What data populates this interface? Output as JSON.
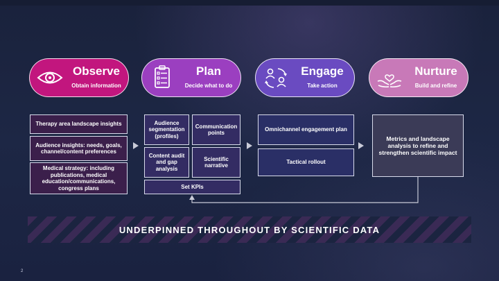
{
  "stages": [
    {
      "title": "Observe",
      "subtitle": "Obtain information",
      "icon": "eye-icon",
      "color": "#c2167e"
    },
    {
      "title": "Plan",
      "subtitle": "Decide what to do",
      "icon": "checklist-icon",
      "color": "#9b3fc0"
    },
    {
      "title": "Engage",
      "subtitle": "Take action",
      "icon": "people-cycle-icon",
      "color": "#6a4bc1"
    },
    {
      "title": "Nurture",
      "subtitle": "Build and refine",
      "icon": "hands-heart-icon",
      "color": "#c879b8"
    }
  ],
  "observe_items": [
    "Therapy area landscape insights",
    "Audience insights: needs, goals, channel/content preferences",
    "Medical strategy: including publications, medical education/communications, congress plans"
  ],
  "plan_items": {
    "audience_segmentation": "Audience segmentation (profiles)",
    "communication_points": "Communication points",
    "content_audit": "Content audit and gap analysis",
    "scientific_narrative": "Scientific narrative",
    "set_kpis": "Set KPIs"
  },
  "engage_items": [
    "Omnichannel engagement plan",
    "Tactical rollout"
  ],
  "nurture_item": "Metrics and landscape analysis to refine and strengthen scientific impact",
  "banner": "UNDERPINNED THROUGHOUT BY SCIENTIFIC DATA",
  "page_number": "2"
}
